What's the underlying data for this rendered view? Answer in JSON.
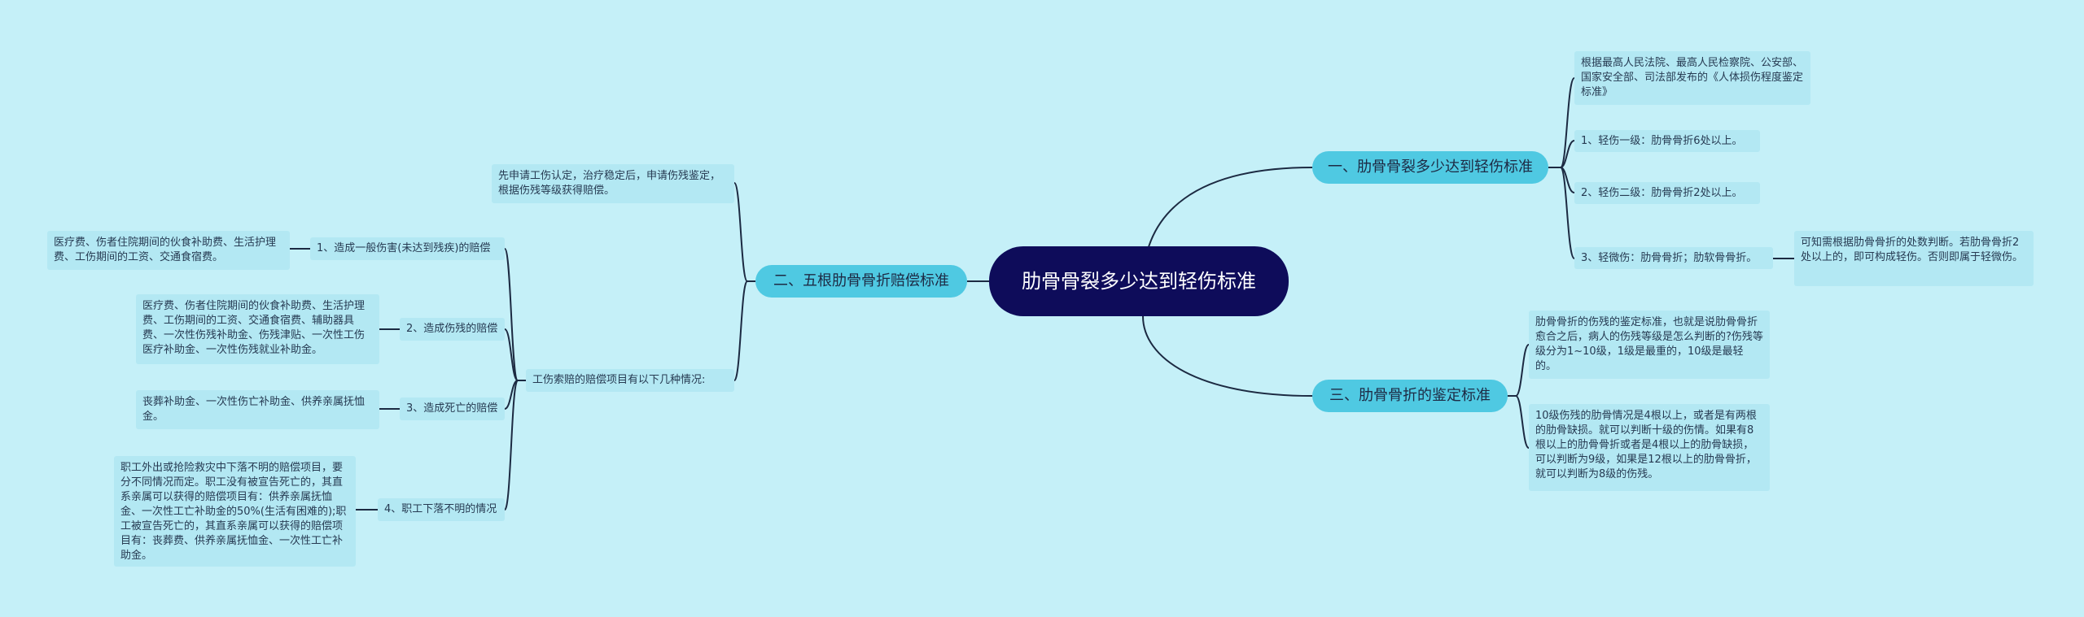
{
  "colors": {
    "background": "#c5f0f8",
    "root": "#0e0c5a",
    "branch": "#4fc9e2",
    "leaf": "#b3e8f3",
    "line": "#1c2a42"
  },
  "root": {
    "text": "肋骨骨裂多少达到轻伤标准"
  },
  "right": [
    {
      "label": "一、肋骨骨裂多少达到轻伤标准",
      "children": [
        {
          "text": "根据最高人民法院、最高人民检察院、公安部、国家安全部、司法部发布的《人体损伤程度鉴定标准》"
        },
        {
          "text": "1、轻伤一级：肋骨骨折6处以上。"
        },
        {
          "text": "2、轻伤二级：肋骨骨折2处以上。"
        },
        {
          "text": "3、轻微伤：肋骨骨折；肋软骨骨折。",
          "children": [
            {
              "text": "可知需根据肋骨骨折的处数判断。若肋骨骨折2处以上的，即可构成轻伤。否则即属于轻微伤。"
            }
          ]
        }
      ]
    },
    {
      "label": "三、肋骨骨折的鉴定标准",
      "children": [
        {
          "text": "肋骨骨折的伤残的鉴定标准，也就是说肋骨骨折愈合之后，病人的伤残等级是怎么判断的?伤残等级分为1~10级，1级是最重的，10级是最轻的。"
        },
        {
          "text": "10级伤残的肋骨情况是4根以上，或者是有两根的肋骨缺损。就可以判断十级的伤情。如果有8根以上的肋骨骨折或者是4根以上的肋骨缺损，可以判断为9级，如果是12根以上的肋骨骨折，就可以判断为8级的伤残。"
        }
      ]
    }
  ],
  "left": [
    {
      "label": "二、五根肋骨骨折赔偿标准",
      "children": [
        {
          "text": "先申请工伤认定，治疗稳定后，申请伤残鉴定，根据伤残等级获得赔偿。"
        },
        {
          "text": "工伤索赔的赔偿项目有以下几种情况:",
          "children": [
            {
              "text": "1、造成一般伤害(未达到残疾)的赔偿",
              "children": [
                {
                  "text": "医疗费、伤者住院期间的伙食补助费、生活护理费、工伤期间的工资、交通食宿费。"
                }
              ]
            },
            {
              "text": "2、造成伤残的赔偿",
              "children": [
                {
                  "text": "医疗费、伤者住院期间的伙食补助费、生活护理费、工伤期间的工资、交通食宿费、辅助器具费、一次性伤残补助金、伤残津贴、一次性工伤医疗补助金、一次性伤残就业补助金。"
                }
              ]
            },
            {
              "text": "3、造成死亡的赔偿",
              "children": [
                {
                  "text": "丧葬补助金、一次性伤亡补助金、供养亲属抚恤金。"
                }
              ]
            },
            {
              "text": "4、职工下落不明的情况",
              "children": [
                {
                  "text": "职工外出或抢险救灾中下落不明的赔偿项目，要分不同情况而定。职工没有被宣告死亡的，其直系亲属可以获得的赔偿项目有：供养亲属抚恤金、一次性工亡补助金的50%(生活有困难的);职工被宣告死亡的，其直系亲属可以获得的赔偿项目有：丧葬费、供养亲属抚恤金、一次性工亡补助金。"
                }
              ]
            }
          ]
        }
      ]
    }
  ]
}
